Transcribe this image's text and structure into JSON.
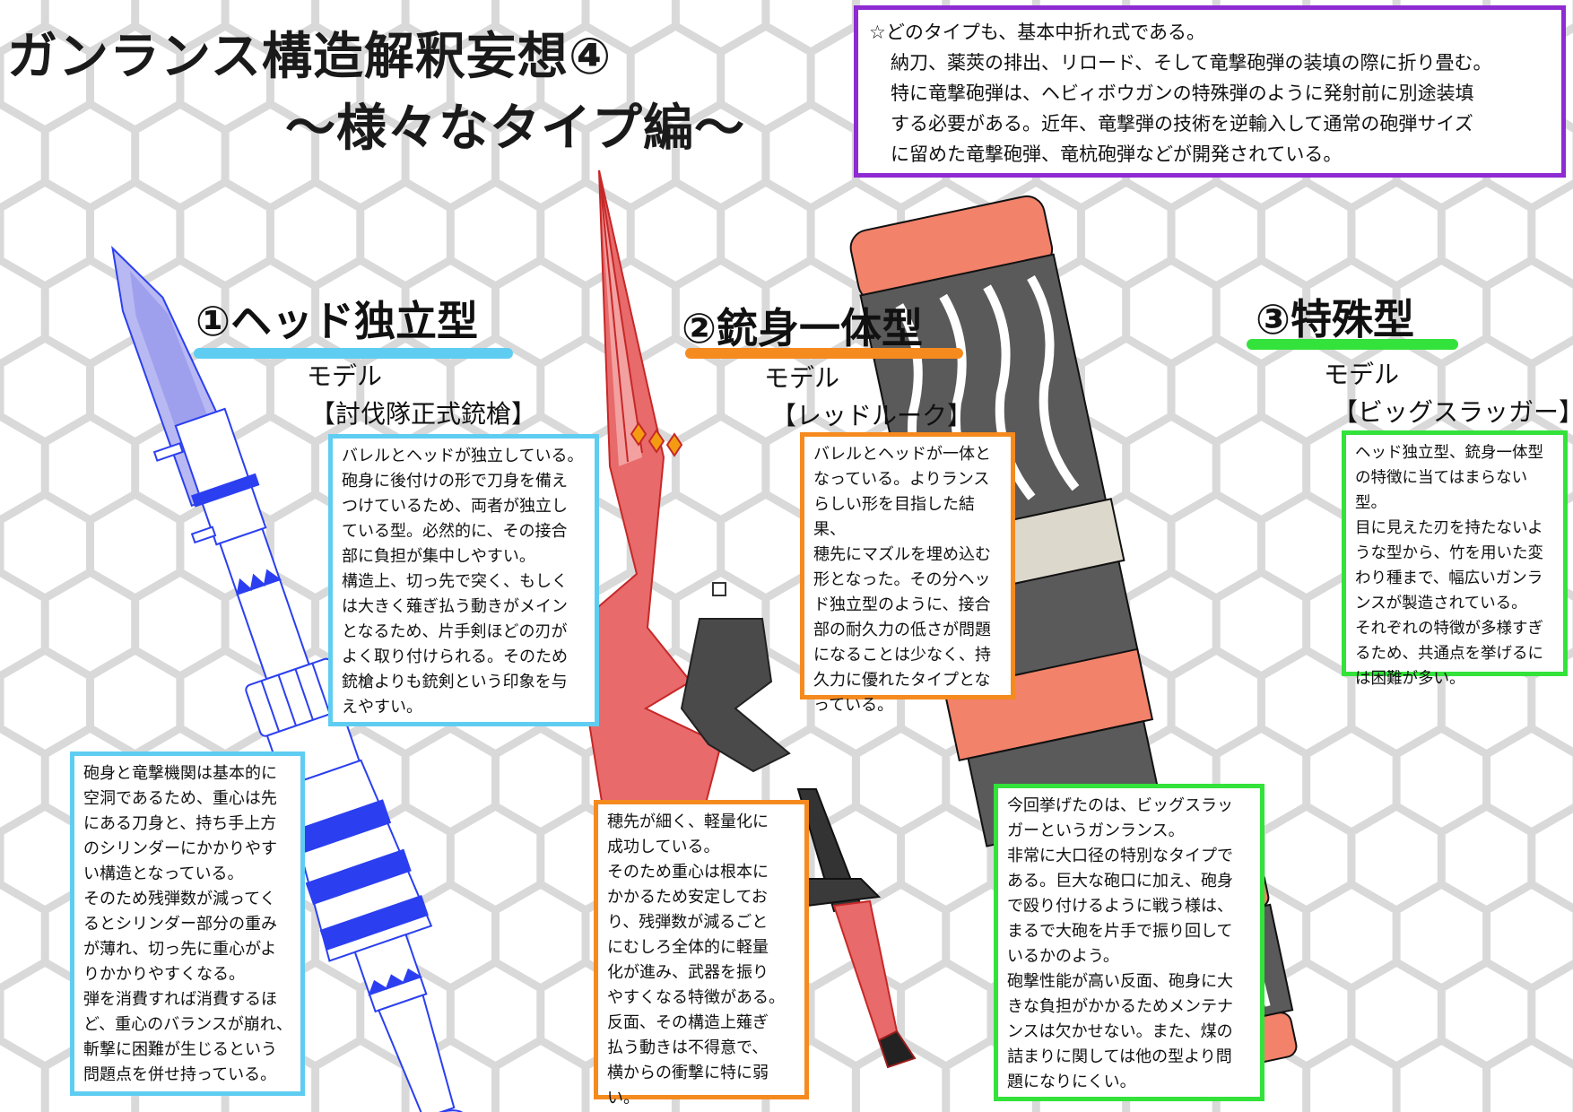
{
  "title": {
    "line1": "ガンランス構造解釈妄想④",
    "line2": "～様々なタイプ編～"
  },
  "note": {
    "lines": [
      "☆どのタイプも、基本中折れ式である。",
      "納刀、薬莢の排出、リロード、そして竜撃砲弾の装填の際に折り畳む。",
      "特に竜撃砲弾は、ヘビィボウガンの特殊弾のように発射前に別途装填",
      "する必要がある。近年、竜撃弾の技術を逆輸入して通常の砲弾サイズ",
      "に留めた竜撃砲弾、竜杭砲弾などが開発されている。"
    ]
  },
  "types": [
    {
      "heading": "①ヘッド独立型",
      "model_label": "モデル",
      "model_name": "【討伐隊正式銃槍】",
      "color": "#5fcdf2",
      "desc": [
        "バレルとヘッドが独立している。",
        "砲身に後付けの形で刀身を備え",
        "つけているため、両者が独立し",
        "ている型。必然的に、その接合",
        "部に負担が集中しやすい。",
        "構造上、切っ先で突く、もしく",
        "は大きく薙ぎ払う動きがメイン",
        "となるため、片手剣ほどの刃が",
        "よく取り付けられる。そのため",
        "銃槍よりも銃剣という印象を与",
        "えやすい。"
      ],
      "detail": [
        "砲身と竜撃機関は基本的に",
        "空洞であるため、重心は先",
        "にある刀身と、持ち手上方",
        "のシリンダーにかかりやす",
        "い構造となっている。",
        "そのため残弾数が減ってく",
        "るとシリンダー部分の重み",
        "が薄れ、切っ先に重心がよ",
        "りかかりやすくなる。",
        "弾を消費すれば消費するほ",
        "ど、重心のバランスが崩れ、",
        "斬撃に困難が生じるという",
        "問題点を併せ持っている。"
      ]
    },
    {
      "heading": "②銃身一体型",
      "model_label": "モデル",
      "model_name": "【レッドルーク】",
      "color": "#f58a1f",
      "desc": [
        "バレルとヘッドが一体と",
        "なっている。よりランス",
        "らしい形を目指した結果、",
        "穂先にマズルを埋め込む",
        "形となった。その分ヘッ",
        "ド独立型のように、接合",
        "部の耐久力の低さが問題",
        "になることは少なく、持",
        "久力に優れたタイプとな",
        "っている。"
      ],
      "detail": [
        "穂先が細く、軽量化に",
        "成功している。",
        "そのため重心は根本に",
        "かかるため安定してお",
        "り、残弾数が減るごと",
        "にむしろ全体的に軽量",
        "化が進み、武器を振り",
        "やすくなる特徴がある。",
        "反面、その構造上薙ぎ",
        "払う動きは不得意で、",
        "横からの衝撃に特に弱い。"
      ]
    },
    {
      "heading": "③特殊型",
      "model_label": "モデル",
      "model_name": "【ビッグスラッガー】",
      "color": "#33e23a",
      "desc": [
        "ヘッド独立型、銃身一体型",
        "の特徴に当てはまらない型。",
        "目に見えた刃を持たないよ",
        "うな型から、竹を用いた変",
        "わり種まで、幅広いガンラ",
        "ンスが製造されている。",
        "それぞれの特徴が多様すぎ",
        "るため、共通点を挙げるに",
        "は困難が多い。"
      ],
      "detail": [
        "今回挙げたのは、ビッグスラッ",
        "ガーというガンランス。",
        "非常に大口径の特別なタイプで",
        "ある。巨大な砲口に加え、砲身",
        "で殴り付けるように戦う様は、",
        "まるで大砲を片手で振り回して",
        "いるかのよう。",
        "砲撃性能が高い反面、砲身に大",
        "きな負担がかかるためメンテナ",
        "ンスは欠かせない。また、煤の",
        "詰まりに関しては他の型より問",
        "題になりにくい。"
      ]
    }
  ],
  "colors": {
    "note_border": "#8e2bd2",
    "hex_grid": "#d9d9d9",
    "blue_lance": "#2b3ff0",
    "red_lance": "#e05a5a",
    "slugger_gray": "#5a5a5a",
    "slugger_salmon": "#f2826a"
  }
}
